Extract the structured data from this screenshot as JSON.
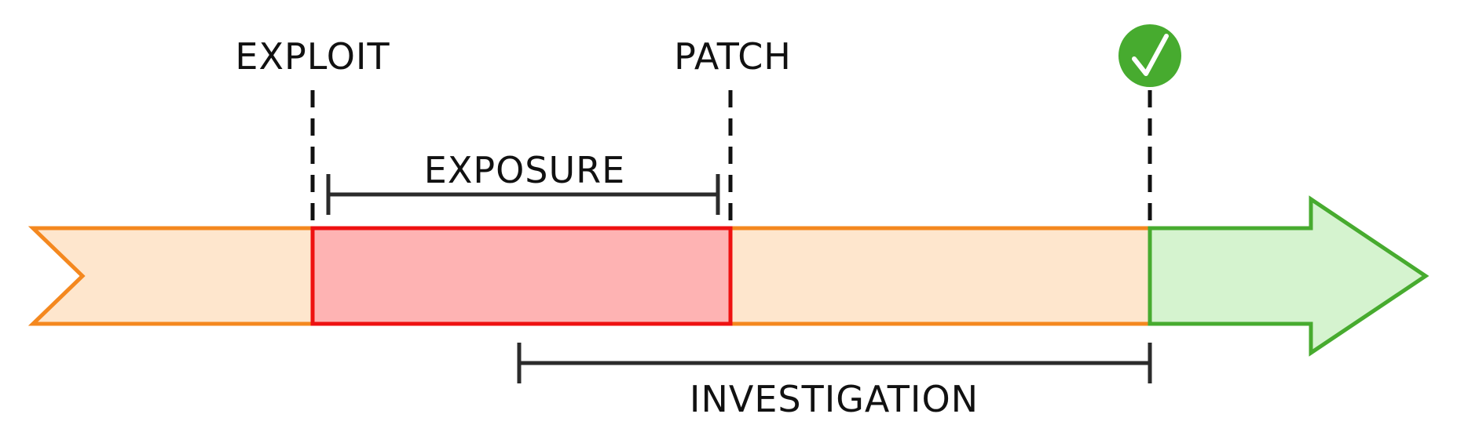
{
  "labels": {
    "exploit": "EXPLOIT",
    "patch": "PATCH",
    "exposure": "EXPOSURE",
    "investigation": "INVESTIGATION"
  },
  "icons": {
    "resolved": "check-circle-icon"
  },
  "colors": {
    "timeline_fill": "#fee6cd",
    "timeline_stroke": "#f4881f",
    "exposure_fill": "#feb3b3",
    "exposure_stroke": "#ee1111",
    "resolved_fill": "#d5f3cf",
    "resolved_stroke": "#47ab2f",
    "marker_line": "#111111",
    "span_line": "#2b2b2b"
  }
}
